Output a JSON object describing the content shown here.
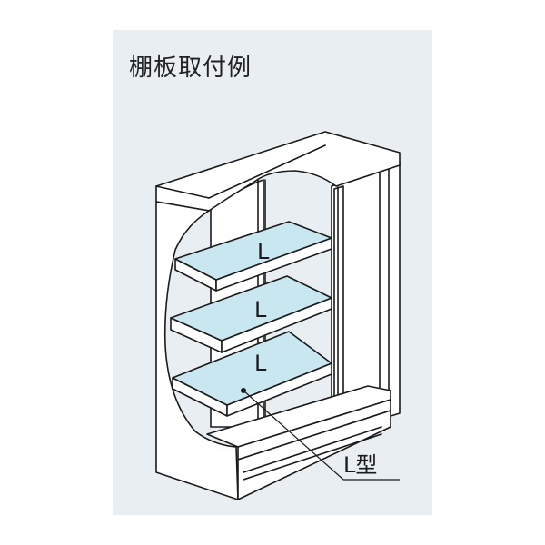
{
  "title": "棚板取付例",
  "shelves": [
    {
      "label": "L"
    },
    {
      "label": "L"
    },
    {
      "label": "L"
    }
  ],
  "callout": {
    "label": "L型"
  },
  "colors": {
    "background": "#e8eef2",
    "shelf_top": "#c9e7f1",
    "line": "#1a1a1a"
  }
}
